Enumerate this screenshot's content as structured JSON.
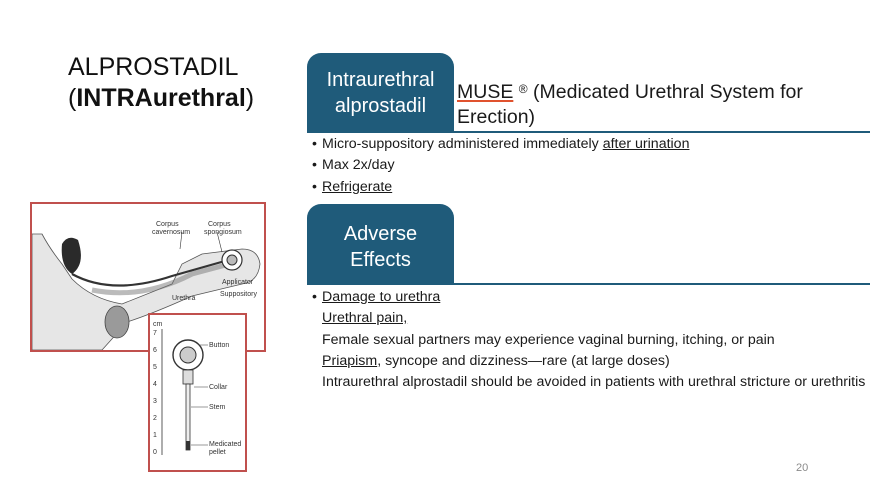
{
  "title": {
    "line1": "ALPROSTADIL",
    "open_paren": "(",
    "bold": "INTRAurethral",
    "close_paren": ")"
  },
  "section1": {
    "tab_line1": "Intraurethral",
    "tab_line2": "alprostadil",
    "heading_link": "MUSE",
    "heading_reg": "®",
    "heading_rest": " (Medicated Urethral System for Erection)",
    "bullets": [
      {
        "before": "Micro-suppository administered immediately ",
        "underlined": "after urination",
        "after": ""
      },
      {
        "before": "Max 2x/day",
        "underlined": "",
        "after": ""
      },
      {
        "before": "",
        "underlined": "Refrigerate",
        "after": ""
      }
    ]
  },
  "section2": {
    "tab_line1": "Adverse",
    "tab_line2": "Effects",
    "bullet": {
      "underlined": "Damage to urethra"
    },
    "lines": [
      {
        "underlined": "Urethral pain,",
        "after": ""
      },
      {
        "underlined": "",
        "after": "Female sexual partners may experience vaginal burning, itching, or pain"
      },
      {
        "underlined": "Priapism",
        "after": ", syncope and dizziness—rare (at large doses)"
      },
      {
        "underlined": "",
        "after": "Intraurethral alprostadil should be avoided in patients with urethral stricture or urethritis"
      }
    ]
  },
  "figure": {
    "labels": [
      "Corpus cavernosum",
      "Corpus spongiosum",
      "Applicator",
      "Suppository",
      "Urethra"
    ],
    "label_lines": {
      "corpus_cav_1": "Corpus",
      "corpus_cav_2": "cavernosum",
      "corpus_spong_1": "Corpus",
      "corpus_spong_2": "spongiosum",
      "applicator": "Applicator",
      "suppository": "Suppository",
      "urethra": "Urethra"
    },
    "inset": {
      "unit": "cm",
      "scale": [
        "7",
        "6",
        "5",
        "4",
        "3",
        "2",
        "1",
        "0"
      ],
      "button": "Button",
      "collar": "Collar",
      "stem": "Stem",
      "pellet_1": "Medicated",
      "pellet_2": "pellet"
    }
  },
  "page_number": "20",
  "colors": {
    "accent": "#1f5b7a",
    "frame": "#c0504d",
    "underline_accent": "#e0522e"
  }
}
